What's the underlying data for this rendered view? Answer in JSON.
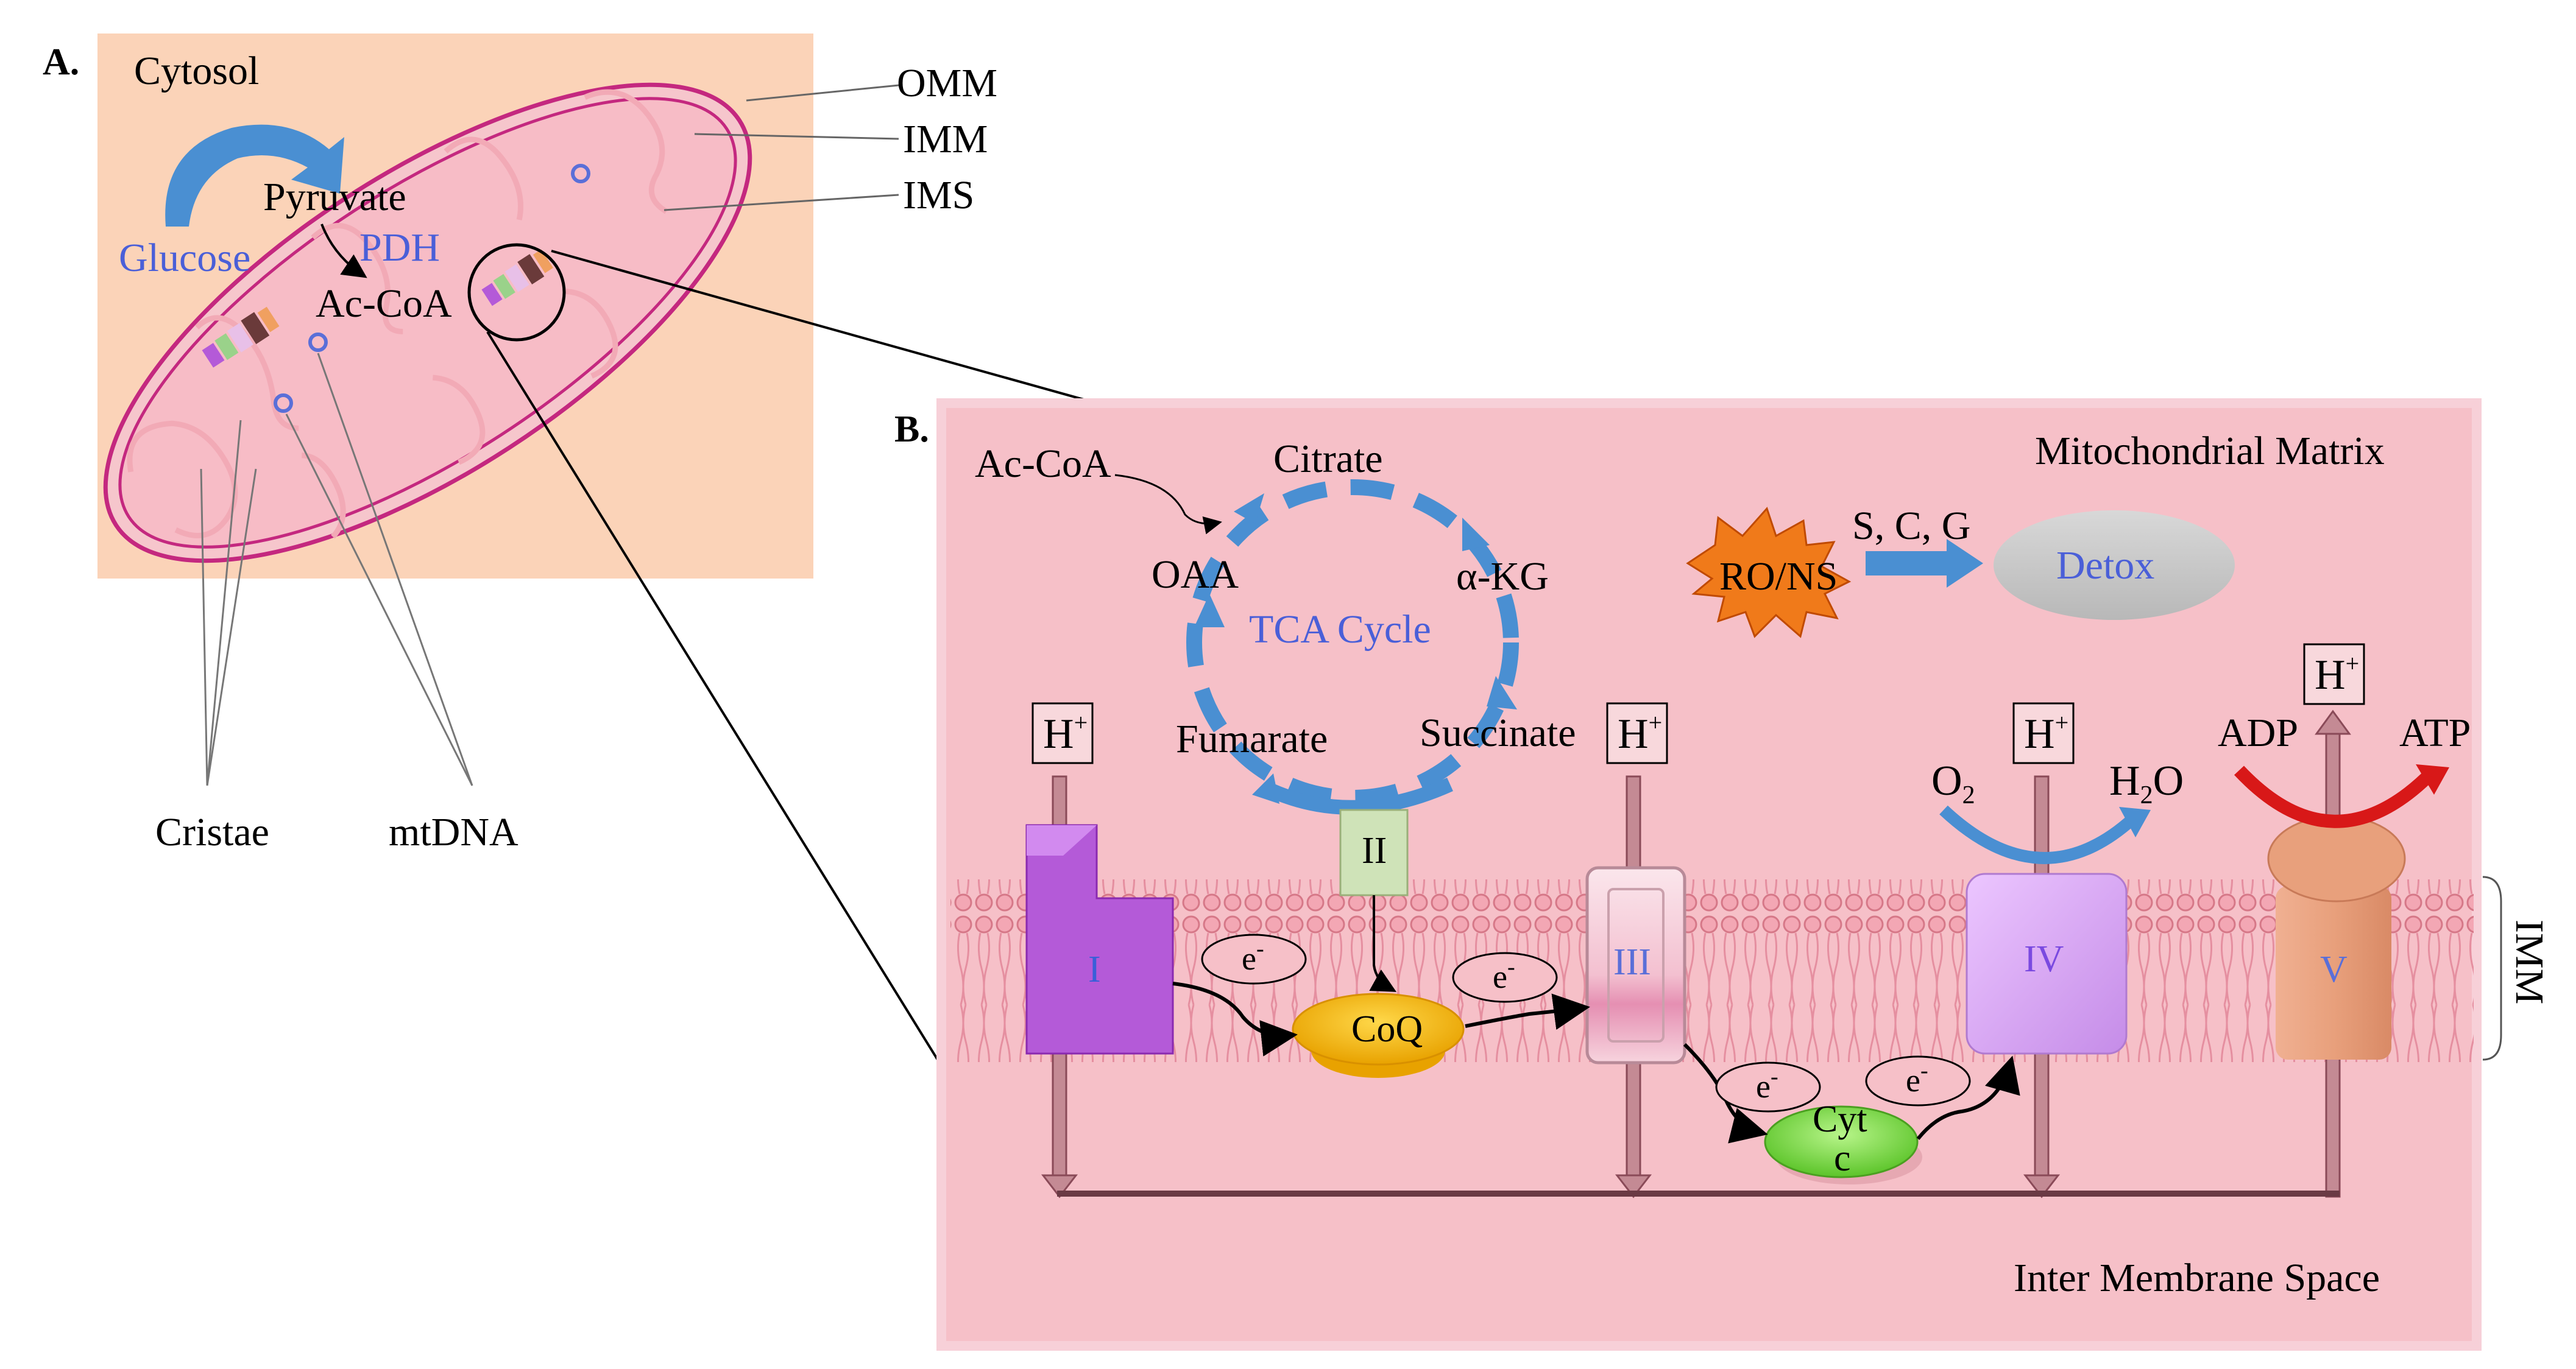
{
  "colors": {
    "cytosol_bg": "#fbd3b8",
    "matrix_bg": "#f6c0c8",
    "membrane": "#c4287f",
    "blue_text": "#4a5fd8",
    "arrow_blue": "#4a8fd2",
    "complex_I": "#b45ad8",
    "complex_II": "#cfe3b8",
    "complex_IV": "#d8a2f2",
    "complex_V": "#e8a07c",
    "coq": "#f4b800",
    "cytc": "#7fd94a",
    "ros": "#f07a1a",
    "detox": "#c8c8c8",
    "atp": "#d81818"
  },
  "panelA": {
    "label": "A.",
    "cytosol": "Cytosol",
    "glucose": "Glucose",
    "pyruvate": "Pyruvate",
    "pdh": "PDH",
    "accoa": "Ac-CoA",
    "omm": "OMM",
    "imm": "IMM",
    "ims": "IMS",
    "cristae": "Cristae",
    "mtdna": "mtDNA"
  },
  "panelB": {
    "label": "B.",
    "matrix": "Mitochondrial Matrix",
    "intermembrane": "Inter Membrane Space",
    "imm_side": "IMM",
    "tca": {
      "accoa": "Ac-CoA",
      "citrate": "Citrate",
      "akg": "α-KG",
      "oaa": "OAA",
      "cycle": "TCA Cycle",
      "fumarate": "Fumarate",
      "succinate": "Succinate"
    },
    "ros": "RO/NS",
    "scg": "S, C, G",
    "detox": "Detox",
    "proton": "H",
    "proton_sup": "+",
    "complexes": {
      "I": "I",
      "II": "II",
      "III": "III",
      "IV": "IV",
      "V": "V"
    },
    "coq": "CoQ",
    "cytc_line1": "Cyt",
    "cytc_line2": "c",
    "electron": "e",
    "electron_sup": "-",
    "o2_base": "O",
    "o2_sub": "2",
    "h2o_h": "H",
    "h2o_sub": "2",
    "h2o_o": "O",
    "adp": "ADP",
    "atp": "ATP"
  }
}
